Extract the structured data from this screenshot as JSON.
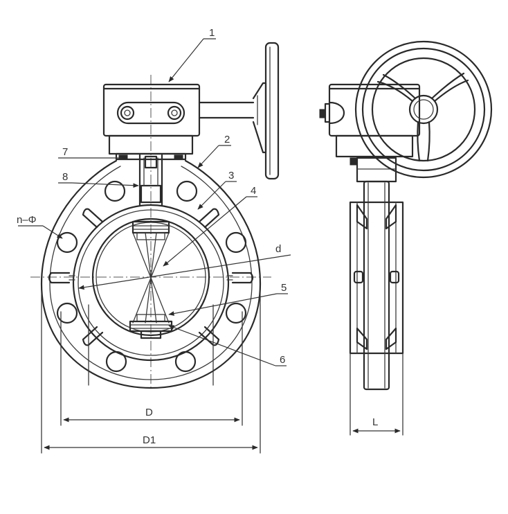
{
  "callouts": {
    "c1": "1",
    "c2": "2",
    "c3": "3",
    "c4": "4",
    "c5": "5",
    "c6": "6",
    "c7": "7",
    "c8": "8"
  },
  "dimensions": {
    "bolt_holes": "n–Φ",
    "bore": "d",
    "bolt_circle": "D",
    "outer": "D1",
    "length": "L"
  },
  "colors": {
    "line": "#2a2a2a",
    "background": "#ffffff"
  }
}
